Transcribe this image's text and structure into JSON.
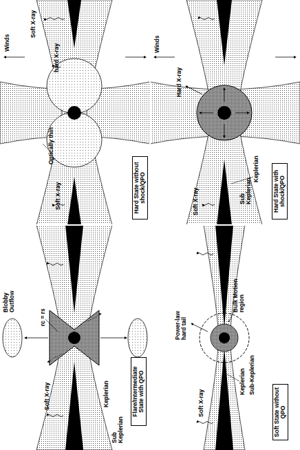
{
  "diagram": {
    "nodes": [
      {
        "text": [
          "Flare/Intermediate State with QPO"
        ]
      },
      {
        "text": [
          "Hard State without shock/QPO"
        ]
      },
      {
        "text": [
          "Soft State without QPO"
        ]
      },
      {
        "text": [
          "Hard State with shock/QPO"
        ]
      }
    ],
    "labels": [
      "Blobby Outflow",
      "rc = rs",
      "Soft X-ray",
      "Keplerian",
      "Sub Keplerian",
      "Winds",
      "hard X-ray",
      "Soft X-ray",
      "Optically thin",
      "Soft X-ray",
      "Soft X-ray",
      "Power-law hard tail",
      "Bulk Motion region",
      "Keplerian",
      "Sub-Keplerian",
      "Winds",
      "Hard X-ray",
      "Soft X-ray",
      "Sub Keplerian",
      "Keplerian"
    ]
  }
}
